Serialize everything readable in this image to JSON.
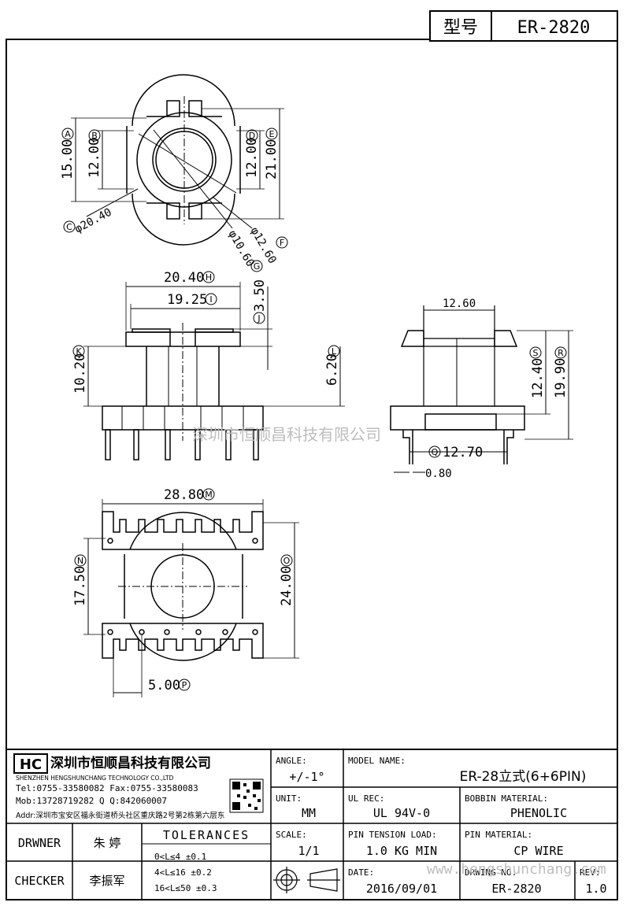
{
  "header": {
    "type_label": "型号",
    "model_code": "ER-2820"
  },
  "top_view": {
    "dims": {
      "A": "15.00",
      "B": "12.00",
      "D": "12.00",
      "E": "21.00",
      "C": "φ20.40",
      "F": "φ12.60",
      "G": "φ10.60"
    },
    "letters": [
      "A",
      "B",
      "C",
      "D",
      "E",
      "F",
      "G"
    ]
  },
  "front_view": {
    "dims": {
      "H": "20.40",
      "I": "19.25",
      "J": "3.50",
      "K": "10.20",
      "L": "6.20"
    }
  },
  "side_view": {
    "dims": {
      "top_width": "12.60",
      "S": "12.40",
      "R": "19.90",
      "Q": "12.70",
      "pin": "0.80"
    }
  },
  "bottom_view": {
    "dims": {
      "M": "28.80",
      "N": "17.50",
      "O": "24.00",
      "P": "5.00"
    }
  },
  "watermark": {
    "cn": "深圳市恒顺昌科技有限公司",
    "url": "www.hengshunchang.com"
  },
  "company": {
    "logo_text": "HC",
    "name_cn": "深圳市恒顺昌科技有限公司",
    "name_en": "SHENZHEN HENGSHUNCHANG TECHNOLOGY CO.,LTD",
    "tel_fax": "Tel:0755-33580082 Fax:0755-33580083",
    "mob_qq": "Mob:13728719282    Q Q:842060007",
    "addr": "Addr:深圳市宝安区福永街道桥头社区重庆路2号第2栋第六层东"
  },
  "title_block": {
    "drawer_label": "DRWNER",
    "drawer_name": "朱 婷",
    "checker_label": "CHECKER",
    "checker_name": "李振军",
    "tolerances_title": "TOLERANCES",
    "tolerances": [
      "0<L≤4     ±0.1",
      "4<L≤16    ±0.2",
      "16<L≤50   ±0.3"
    ],
    "angle_label": "ANGLE:",
    "angle_value": "+/-1°",
    "unit_label": "UNIT:",
    "unit_value": "MM",
    "scale_label": "SCALE:",
    "scale_value": "1/1",
    "model_name_label": "MODEL NAME:",
    "model_name_value": "ER-28立式(6+6PIN)",
    "ul_rec_label": "UL REC:",
    "ul_rec_value": "UL 94V-0",
    "bobbin_material_label": "BOBBIN MATERIAL:",
    "bobbin_material_value": "PHENOLIC",
    "pin_tension_label": "PIN TENSION LOAD:",
    "pin_tension_value": "1.0 KG MIN",
    "pin_material_label": "PIN MATERIAL:",
    "pin_material_value": "CP WIRE",
    "date_label": "DATE:",
    "date_value": "2016/09/01",
    "drawing_no_label": "DRWING NO.",
    "drawing_no_value": "ER-2820",
    "rev_label": "REV:",
    "rev_value": "1.0"
  }
}
